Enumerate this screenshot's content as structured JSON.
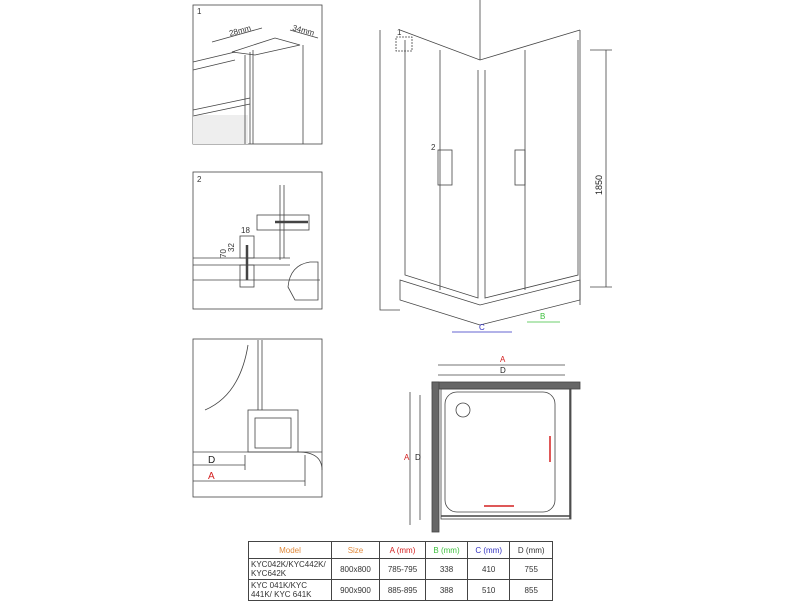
{
  "detail1": {
    "number": "1",
    "dim_width": "28mm",
    "dim_depth": "34mm"
  },
  "detail2": {
    "number": "2",
    "dim_a": "18",
    "dim_b": "32",
    "dim_c": "70"
  },
  "detail3": {
    "label_d": "D",
    "label_a": "A"
  },
  "elevation": {
    "callout1": "1",
    "callout2": "2",
    "height": "1850",
    "label_c": "C",
    "label_b": "B"
  },
  "plan": {
    "label_a_top": "A",
    "label_d_top": "D",
    "label_a_side": "A",
    "label_d_side": "D"
  },
  "colors": {
    "model": "#e08a3c",
    "a": "#d42020",
    "b": "#3cbf3c",
    "c": "#3030c0",
    "d": "#222222"
  },
  "table": {
    "headers": [
      "Model",
      "Size",
      "A (mm)",
      "B (mm)",
      "C (mm)",
      "D (mm)"
    ],
    "rows": [
      [
        "KYC042K/KYC442K/ KYC642K",
        "800x800",
        "785-795",
        "338",
        "410",
        "755"
      ],
      [
        "KYC 041K/KYC 441K/ KYC 641K",
        "900x900",
        "885-895",
        "388",
        "510",
        "855"
      ]
    ]
  }
}
